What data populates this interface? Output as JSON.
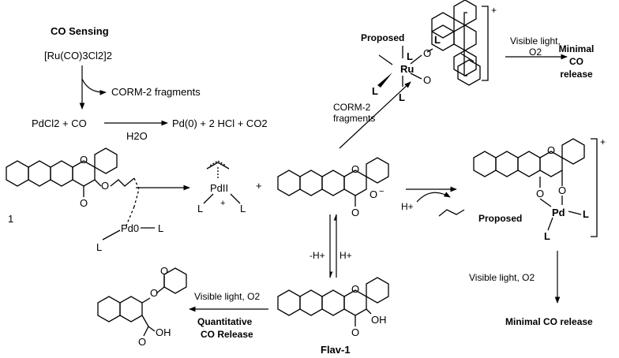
{
  "co_sensing": {
    "title": "CO Sensing",
    "ru_reagent": "[Ru(CO)3Cl2]2",
    "corm_fragments": "CORM-2 fragments",
    "reaction_left": "PdCl2 + CO",
    "reaction_condition": "H2O",
    "reaction_right": "Pd(0) + 2 HCl + CO2"
  },
  "ru_complex": {
    "label": "Proposed",
    "ligand": "L",
    "metal": "Ru",
    "charge": "+",
    "arrow_label_line1": "Visible light,",
    "arrow_label_line2": "O2",
    "result_line1": "Minimal",
    "result_line2": "CO",
    "result_line3": "release"
  },
  "corm_arrow": {
    "line1": "CORM-2",
    "line2": "fragments"
  },
  "compound_1": {
    "label": "1",
    "pd_label": "Pd0",
    "ligand": "L"
  },
  "allyl_pd": {
    "pd_label": "PdII",
    "charge": "+",
    "ligand": "L"
  },
  "flavonolate": {
    "charge": "−",
    "plus": "+"
  },
  "protonation": {
    "h_plus": "H+",
    "minus_h": "-H+",
    "plus_h": "H+"
  },
  "pd_complex": {
    "label": "Proposed",
    "metal": "Pd",
    "ligand": "L",
    "charge": "+",
    "arrow_label": "Visible light, O2",
    "result": "Minimal CO release"
  },
  "flav1": {
    "label": "Flav-1",
    "oh": "OH"
  },
  "product": {
    "arrow_label": "Visible light, O2",
    "result_line1": "Quantitative",
    "result_line2": "CO Release",
    "oh": "OH"
  },
  "atoms": {
    "O": "O"
  }
}
